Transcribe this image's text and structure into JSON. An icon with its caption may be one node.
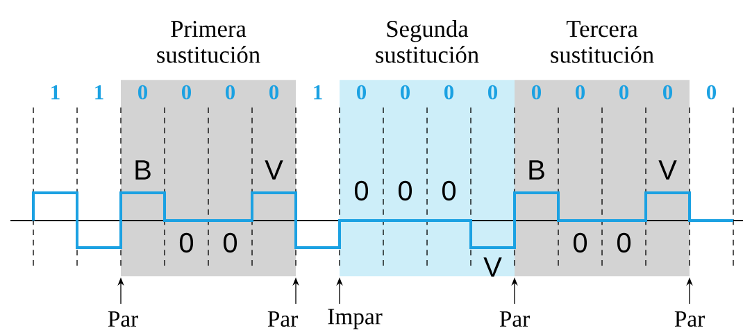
{
  "diagram": {
    "nodes": [
      {
        "text": [
          "Primera sustitución"
        ]
      },
      {
        "text": [
          "Segunda sustitución"
        ]
      },
      {
        "text": [
          "Tercera sustitución"
        ]
      }
    ],
    "labels": [
      "1",
      "1",
      "0",
      "0",
      "0",
      "0",
      "1",
      "0",
      "0",
      "0",
      "0",
      "0",
      "0",
      "0",
      "0",
      "0",
      "B",
      "V",
      "0",
      "0",
      "0",
      "B",
      "V",
      "0",
      "0",
      "0",
      "0",
      "V",
      "Par",
      "Par",
      "Impar",
      "Par",
      "Par"
    ]
  }
}
